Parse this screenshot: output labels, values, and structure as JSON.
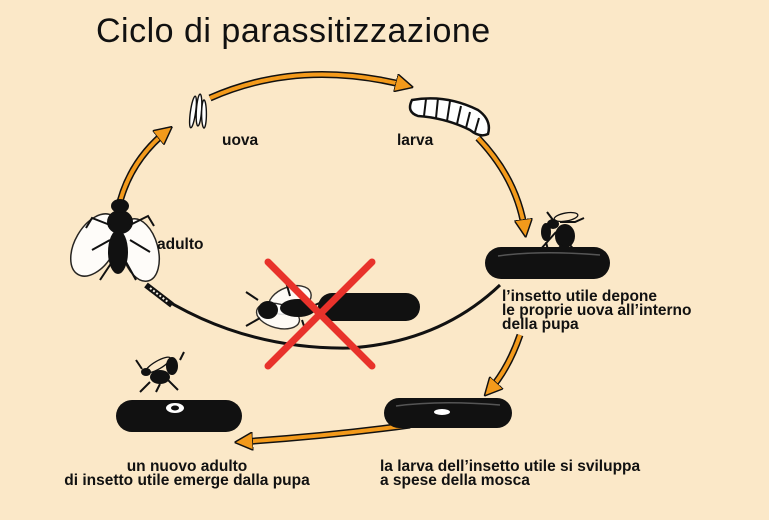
{
  "title": "Ciclo di parassitizzazione",
  "colors": {
    "background": "#fbe8c8",
    "arrow_fill": "#f39a1b",
    "cross": "#e8322b",
    "ink": "#111111"
  },
  "labels": {
    "uova": "uova",
    "larva": "larva",
    "adulto": "adulto",
    "depone": [
      "l’insetto utile depone",
      "le proprie uova all’interno",
      "della pupa"
    ],
    "sviluppa": [
      "la larva dell’insetto utile si sviluppa",
      "a spese della mosca"
    ],
    "nuovo_adulto": [
      "un nuovo adulto",
      "di insetto utile emerge dalla pupa"
    ]
  },
  "icons": [
    "eggs-icon",
    "larva-icon",
    "fly-icon",
    "wasp-icon",
    "pupa-icon",
    "cross-icon"
  ]
}
